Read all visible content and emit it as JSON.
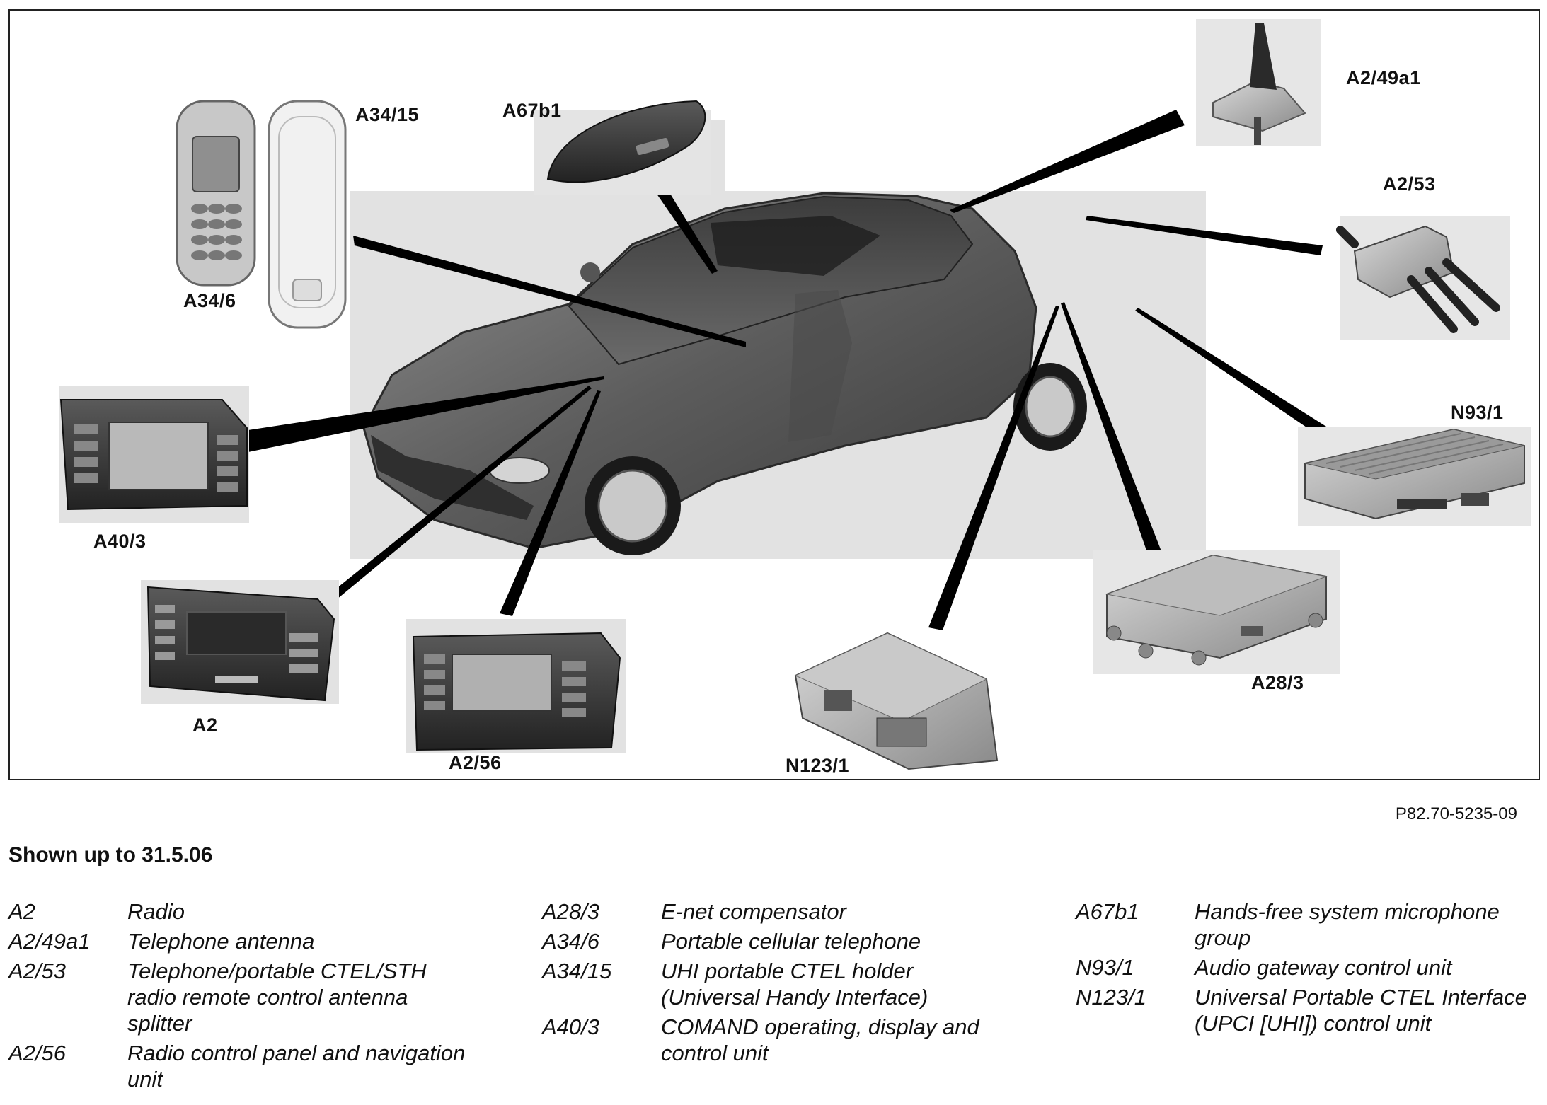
{
  "callouts": {
    "a34_15": "A34/15",
    "a67b1": "A67b1",
    "a2_49a1": "A2/49a1",
    "a2_53": "A2/53",
    "a34_6": "A34/6",
    "n93_1": "N93/1",
    "a40_3": "A40/3",
    "a2": "A2",
    "a2_56": "A2/56",
    "n123_1": "N123/1",
    "a28_3": "A28/3"
  },
  "figure_id": "P82.70-5235-09",
  "caption": "Shown up to 31.5.06",
  "legend": {
    "columns": [
      [
        {
          "code": "A2",
          "desc": "Radio"
        },
        {
          "code": "A2/49a1",
          "desc": "Telephone antenna"
        },
        {
          "code": "A2/53",
          "desc": "Telephone/portable CTEL/STH radio remote control antenna splitter"
        },
        {
          "code": "A2/56",
          "desc": "Radio control panel and navigation unit"
        }
      ],
      [
        {
          "code": "A28/3",
          "desc": "E-net compensator"
        },
        {
          "code": "A34/6",
          "desc": "Portable cellular telephone"
        },
        {
          "code": "A34/15",
          "desc": "UHI portable CTEL holder (Universal Handy Interface)"
        },
        {
          "code": "A40/3",
          "desc": "COMAND operating, display and control unit"
        }
      ],
      [
        {
          "code": "A67b1",
          "desc": "Hands-free system microphone group"
        },
        {
          "code": "N93/1",
          "desc": "Audio gateway control unit"
        },
        {
          "code": "N123/1",
          "desc": "Universal Portable CTEL Interface (UPCI [UHI]) control unit"
        }
      ]
    ]
  }
}
